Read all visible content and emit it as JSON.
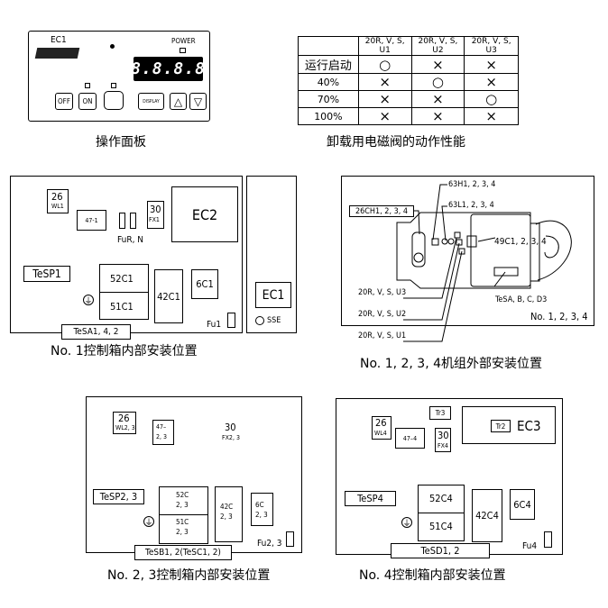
{
  "panel": {
    "label": "EC1",
    "power_label": "POWER",
    "display": "8.8.8.8",
    "btn_off": "OFF",
    "btn_on": "ON",
    "btn_display": "DISPLAY",
    "btn_up": "△",
    "btn_down": "▽",
    "caption": "操作面板"
  },
  "unload_table": {
    "headers": [
      "",
      "20R, V, S, U1",
      "20R, V, S, U2",
      "20R, V, S, U3"
    ],
    "rows": [
      {
        "label": "运行启动",
        "cells": [
          "○",
          "×",
          "×"
        ]
      },
      {
        "label": "40%",
        "cells": [
          "×",
          "○",
          "×"
        ]
      },
      {
        "label": "70%",
        "cells": [
          "×",
          "×",
          "○"
        ]
      },
      {
        "label": "100%",
        "cells": [
          "×",
          "×",
          "×"
        ]
      }
    ],
    "caption": "卸载用电磁阀的动作性能"
  },
  "box1": {
    "l26": "26",
    "lwl": "WL1",
    "l47": "47-1",
    "l30": "30",
    "lfx": "FX1",
    "lfur": "FuR, N",
    "lec2": "EC2",
    "ltesp": "TeSP1",
    "l52": "52C1",
    "l51": "51C1",
    "l42": "42C1",
    "l6": "6C1",
    "lfu": "Fu1",
    "ltesa": "TeSA1, 4, 2",
    "lec1": "EC1",
    "lsse": "SSE",
    "caption": "No. 1控制箱内部安装位置"
  },
  "unit": {
    "l63h": "63H1, 2, 3, 4",
    "l63l": "63L1, 2, 3, 4",
    "l26ch": "26CH1, 2, 3, 4",
    "l49": "49C1, 2, 3, 4",
    "ltesa": "TeSA, B, C, D3",
    "lu3": "20R, V, S, U3",
    "lu2": "20R, V, S, U2",
    "lu1": "20R, V, S, U1",
    "lno": "No. 1, 2, 3, 4",
    "caption": "No. 1, 2, 3, 4机组外部安装位置"
  },
  "box23": {
    "l26": "26",
    "lwl": "WL2, 3",
    "l47a": "47–",
    "l47b": "2, 3",
    "l30": "30",
    "lfx": "FX2, 3",
    "ltesp": "TeSP2, 3",
    "l52a": "52C",
    "l52b": "2, 3",
    "l51a": "51C",
    "l51b": "2, 3",
    "l42a": "42C",
    "l42b": "2, 3",
    "l6a": "6C",
    "l6b": "2, 3",
    "lfu": "Fu2, 3",
    "lteb": "TeSB1, 2(TeSC1, 2)",
    "caption": "No. 2, 3控制箱内部安装位置"
  },
  "box4": {
    "l26": "26",
    "lwl": "WL4",
    "l47": "47–4",
    "ltr3": "Tr3",
    "l30": "30",
    "lfx": "FX4",
    "ltr2": "Tr2",
    "lec3": "EC3",
    "ltesp": "TeSP4",
    "l52": "52C4",
    "l51": "51C4",
    "l42": "42C4",
    "l6": "6C4",
    "lfu": "Fu4",
    "lted": "TeSD1, 2",
    "caption": "No. 4控制箱内部安装位置"
  }
}
